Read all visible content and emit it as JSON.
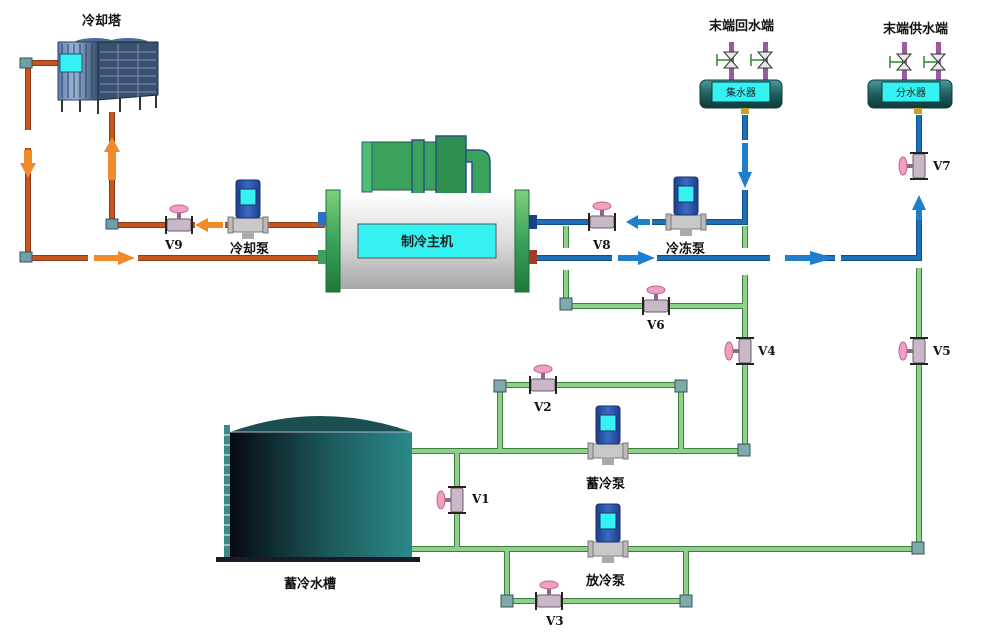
{
  "diagram": {
    "title": "冰蓄冷空调系统流程图",
    "colors": {
      "cooling_water_pipe": "#c8541e",
      "cooling_water_arrow": "#f08a2a",
      "chilled_water_pipe": "#1f6fb8",
      "chilled_water_arrow": "#1f7fcc",
      "storage_pipe": "#8fd18a",
      "storage_pipe_edge": "#3f7f3f",
      "valve_handle": "#f2a0c0",
      "valve_body": "#c8b8c8",
      "screen": "#35f2f2",
      "chiller_body": "#d8d8d8",
      "chiller_frame": "#3fae5a",
      "tank": "#1f6f6f",
      "manifold": "#2a6f70"
    },
    "equipment": {
      "cooling_tower": "冷却塔",
      "chiller": "制冷主机",
      "cooling_pump": "冷却泵",
      "chilled_pump": "冷冻泵",
      "storage_pump": "蓄冷泵",
      "discharge_pump": "放冷泵",
      "storage_tank": "蓄冷水槽",
      "return_header": "集水器",
      "supply_header": "分水器",
      "return_end": "末端回水端",
      "supply_end": "末端供水端"
    },
    "valves": [
      {
        "id": "V1",
        "label": "V1"
      },
      {
        "id": "V2",
        "label": "V2"
      },
      {
        "id": "V3",
        "label": "V3"
      },
      {
        "id": "V4",
        "label": "V4"
      },
      {
        "id": "V5",
        "label": "V5"
      },
      {
        "id": "V6",
        "label": "V6"
      },
      {
        "id": "V7",
        "label": "V7"
      },
      {
        "id": "V8",
        "label": "V8"
      },
      {
        "id": "V9",
        "label": "V9"
      }
    ]
  }
}
